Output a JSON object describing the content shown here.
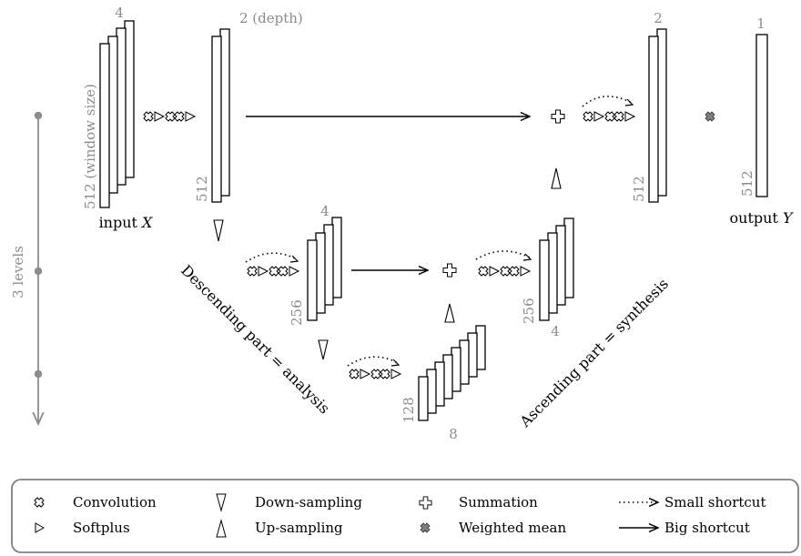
{
  "diagram": {
    "levels_label": "3 levels",
    "input": {
      "depth": "4",
      "window": "512 (window size)",
      "caption_text": "input ",
      "caption_var": "X"
    },
    "level1_left": {
      "depth": "2 (depth)",
      "size": "512"
    },
    "level1_right": {
      "depth": "2",
      "size": "512"
    },
    "output": {
      "depth": "1",
      "size": "512",
      "caption_text": "output ",
      "caption_var": "Y"
    },
    "level2_left": {
      "depth": "4",
      "size": "256"
    },
    "level2_right": {
      "depth": "4",
      "size": "256"
    },
    "level3": {
      "depth": "8",
      "size": "128"
    },
    "descending_label": "Descending part = analysis",
    "ascending_label": "Ascending part = synthesis"
  },
  "legend": {
    "items": [
      {
        "icon": "convolution-icon",
        "label": "Convolution"
      },
      {
        "icon": "softplus-icon",
        "label": "Softplus"
      },
      {
        "icon": "down-sampling-icon",
        "label": "Down-sampling"
      },
      {
        "icon": "up-sampling-icon",
        "label": "Up-sampling"
      },
      {
        "icon": "summation-icon",
        "label": "Summation"
      },
      {
        "icon": "weighted-mean-icon",
        "label": "Weighted mean"
      },
      {
        "icon": "small-shortcut-icon",
        "label": "Small shortcut"
      },
      {
        "icon": "big-shortcut-icon",
        "label": "Big shortcut"
      }
    ]
  },
  "colors": {
    "line": "#000000",
    "label_grey": "#8c8c8c",
    "axis_grey": "#8c8c8c",
    "legend_border": "#808080"
  }
}
